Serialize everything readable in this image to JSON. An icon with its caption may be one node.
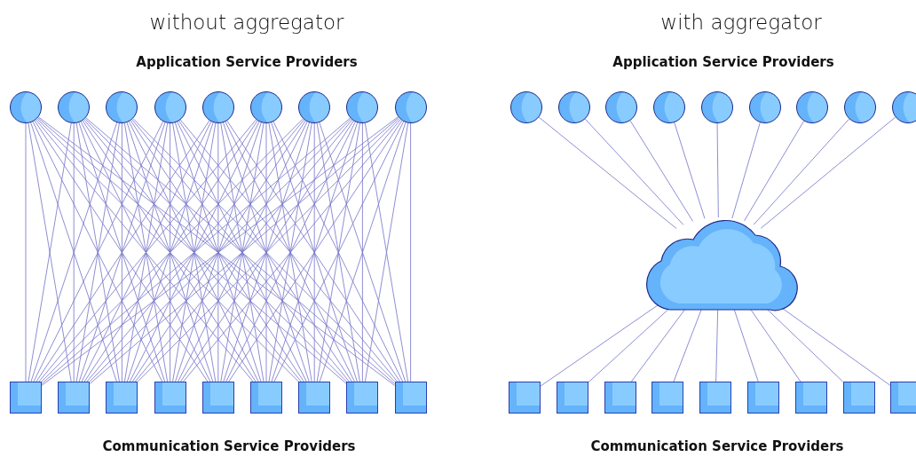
{
  "diagram": {
    "nodes": [
      {
        "text": [],
        "shape": "circle"
      },
      {
        "text": [],
        "shape": "circle"
      },
      {
        "text": [],
        "shape": "circle"
      },
      {
        "text": [],
        "shape": "circle"
      },
      {
        "text": [],
        "shape": "circle"
      },
      {
        "text": [],
        "shape": "circle"
      },
      {
        "text": [],
        "shape": "circle"
      },
      {
        "text": [],
        "shape": "circle"
      },
      {
        "text": [],
        "shape": "circle"
      },
      {
        "text": [],
        "shape": "circle"
      },
      {
        "text": [],
        "shape": "circle"
      },
      {
        "text": [],
        "shape": "circle"
      },
      {
        "text": [],
        "shape": "circle"
      },
      {
        "text": [],
        "shape": "circle"
      },
      {
        "text": [],
        "shape": "circle"
      },
      {
        "text": [],
        "shape": "circle"
      },
      {
        "text": [],
        "shape": "circle"
      },
      {
        "text": [],
        "shape": "circle"
      },
      {
        "text": [],
        "shape": "cloud"
      },
      {
        "text": [],
        "shape": "box"
      },
      {
        "text": [],
        "shape": "box"
      },
      {
        "text": [],
        "shape": "box"
      },
      {
        "text": [],
        "shape": "box"
      },
      {
        "text": [],
        "shape": "box"
      },
      {
        "text": [],
        "shape": "box"
      },
      {
        "text": [],
        "shape": "box"
      },
      {
        "text": [],
        "shape": "box"
      },
      {
        "text": [],
        "shape": "box"
      },
      {
        "text": [],
        "shape": "box"
      },
      {
        "text": [],
        "shape": "box"
      },
      {
        "text": [],
        "shape": "box"
      },
      {
        "text": [],
        "shape": "box"
      },
      {
        "text": [],
        "shape": "box"
      },
      {
        "text": [],
        "shape": "box"
      },
      {
        "text": [],
        "shape": "box"
      },
      {
        "text": [],
        "shape": "box"
      },
      {
        "text": [],
        "shape": "box"
      }
    ],
    "edges": [
      {
        "from": 0,
        "to": 19,
        "arrow": "none"
      },
      {
        "from": 0,
        "to": 20,
        "arrow": "none"
      },
      {
        "from": 0,
        "to": 21,
        "arrow": "none"
      },
      {
        "from": 0,
        "to": 22,
        "arrow": "none"
      },
      {
        "from": 0,
        "to": 23,
        "arrow": "none"
      },
      {
        "from": 0,
        "to": 24,
        "arrow": "none"
      },
      {
        "from": 0,
        "to": 25,
        "arrow": "none"
      },
      {
        "from": 0,
        "to": 26,
        "arrow": "none"
      },
      {
        "from": 0,
        "to": 27,
        "arrow": "none"
      },
      {
        "from": 1,
        "to": 19,
        "arrow": "none"
      },
      {
        "from": 1,
        "to": 20,
        "arrow": "none"
      },
      {
        "from": 1,
        "to": 21,
        "arrow": "none"
      },
      {
        "from": 1,
        "to": 22,
        "arrow": "none"
      },
      {
        "from": 1,
        "to": 23,
        "arrow": "none"
      },
      {
        "from": 1,
        "to": 24,
        "arrow": "none"
      },
      {
        "from": 1,
        "to": 25,
        "arrow": "none"
      },
      {
        "from": 1,
        "to": 26,
        "arrow": "none"
      },
      {
        "from": 1,
        "to": 27,
        "arrow": "none"
      },
      {
        "from": 2,
        "to": 19,
        "arrow": "none"
      },
      {
        "from": 2,
        "to": 20,
        "arrow": "none"
      },
      {
        "from": 2,
        "to": 21,
        "arrow": "none"
      },
      {
        "from": 2,
        "to": 22,
        "arrow": "none"
      },
      {
        "from": 2,
        "to": 23,
        "arrow": "none"
      },
      {
        "from": 2,
        "to": 24,
        "arrow": "none"
      },
      {
        "from": 2,
        "to": 25,
        "arrow": "none"
      },
      {
        "from": 2,
        "to": 26,
        "arrow": "none"
      },
      {
        "from": 2,
        "to": 27,
        "arrow": "none"
      },
      {
        "from": 3,
        "to": 19,
        "arrow": "none"
      },
      {
        "from": 3,
        "to": 20,
        "arrow": "none"
      },
      {
        "from": 3,
        "to": 21,
        "arrow": "none"
      },
      {
        "from": 3,
        "to": 22,
        "arrow": "none"
      },
      {
        "from": 3,
        "to": 23,
        "arrow": "none"
      },
      {
        "from": 3,
        "to": 24,
        "arrow": "none"
      },
      {
        "from": 3,
        "to": 25,
        "arrow": "none"
      },
      {
        "from": 3,
        "to": 26,
        "arrow": "none"
      },
      {
        "from": 3,
        "to": 27,
        "arrow": "none"
      },
      {
        "from": 4,
        "to": 19,
        "arrow": "none"
      },
      {
        "from": 4,
        "to": 20,
        "arrow": "none"
      },
      {
        "from": 4,
        "to": 21,
        "arrow": "none"
      },
      {
        "from": 4,
        "to": 22,
        "arrow": "none"
      },
      {
        "from": 4,
        "to": 23,
        "arrow": "none"
      },
      {
        "from": 4,
        "to": 24,
        "arrow": "none"
      },
      {
        "from": 4,
        "to": 25,
        "arrow": "none"
      },
      {
        "from": 4,
        "to": 26,
        "arrow": "none"
      },
      {
        "from": 4,
        "to": 27,
        "arrow": "none"
      },
      {
        "from": 5,
        "to": 19,
        "arrow": "none"
      },
      {
        "from": 5,
        "to": 20,
        "arrow": "none"
      },
      {
        "from": 5,
        "to": 21,
        "arrow": "none"
      },
      {
        "from": 5,
        "to": 22,
        "arrow": "none"
      },
      {
        "from": 5,
        "to": 23,
        "arrow": "none"
      },
      {
        "from": 5,
        "to": 24,
        "arrow": "none"
      },
      {
        "from": 5,
        "to": 25,
        "arrow": "none"
      },
      {
        "from": 5,
        "to": 26,
        "arrow": "none"
      },
      {
        "from": 5,
        "to": 27,
        "arrow": "none"
      },
      {
        "from": 6,
        "to": 19,
        "arrow": "none"
      },
      {
        "from": 6,
        "to": 20,
        "arrow": "none"
      },
      {
        "from": 6,
        "to": 21,
        "arrow": "none"
      },
      {
        "from": 6,
        "to": 22,
        "arrow": "none"
      },
      {
        "from": 6,
        "to": 23,
        "arrow": "none"
      },
      {
        "from": 6,
        "to": 24,
        "arrow": "none"
      },
      {
        "from": 6,
        "to": 25,
        "arrow": "none"
      },
      {
        "from": 6,
        "to": 26,
        "arrow": "none"
      },
      {
        "from": 6,
        "to": 27,
        "arrow": "none"
      },
      {
        "from": 7,
        "to": 19,
        "arrow": "none"
      },
      {
        "from": 7,
        "to": 20,
        "arrow": "none"
      },
      {
        "from": 7,
        "to": 21,
        "arrow": "none"
      },
      {
        "from": 7,
        "to": 22,
        "arrow": "none"
      },
      {
        "from": 7,
        "to": 23,
        "arrow": "none"
      },
      {
        "from": 7,
        "to": 24,
        "arrow": "none"
      },
      {
        "from": 7,
        "to": 25,
        "arrow": "none"
      },
      {
        "from": 7,
        "to": 26,
        "arrow": "none"
      },
      {
        "from": 7,
        "to": 27,
        "arrow": "none"
      },
      {
        "from": 8,
        "to": 19,
        "arrow": "none"
      },
      {
        "from": 8,
        "to": 20,
        "arrow": "none"
      },
      {
        "from": 8,
        "to": 21,
        "arrow": "none"
      },
      {
        "from": 8,
        "to": 22,
        "arrow": "none"
      },
      {
        "from": 8,
        "to": 23,
        "arrow": "none"
      },
      {
        "from": 8,
        "to": 24,
        "arrow": "none"
      },
      {
        "from": 8,
        "to": 25,
        "arrow": "none"
      },
      {
        "from": 8,
        "to": 26,
        "arrow": "none"
      },
      {
        "from": 8,
        "to": 27,
        "arrow": "none"
      },
      {
        "from": 9,
        "to": 18,
        "arrow": "none"
      },
      {
        "from": 10,
        "to": 18,
        "arrow": "none"
      },
      {
        "from": 11,
        "to": 18,
        "arrow": "none"
      },
      {
        "from": 12,
        "to": 18,
        "arrow": "none"
      },
      {
        "from": 13,
        "to": 18,
        "arrow": "none"
      },
      {
        "from": 14,
        "to": 18,
        "arrow": "none"
      },
      {
        "from": 15,
        "to": 18,
        "arrow": "none"
      },
      {
        "from": 16,
        "to": 18,
        "arrow": "none"
      },
      {
        "from": 17,
        "to": 18,
        "arrow": "none"
      },
      {
        "from": 18,
        "to": 28,
        "arrow": "none"
      },
      {
        "from": 18,
        "to": 29,
        "arrow": "none"
      },
      {
        "from": 18,
        "to": 30,
        "arrow": "none"
      },
      {
        "from": 18,
        "to": 31,
        "arrow": "none"
      },
      {
        "from": 18,
        "to": 32,
        "arrow": "none"
      },
      {
        "from": 18,
        "to": 33,
        "arrow": "none"
      },
      {
        "from": 18,
        "to": 34,
        "arrow": "none"
      },
      {
        "from": 18,
        "to": 35,
        "arrow": "none"
      },
      {
        "from": 18,
        "to": 36,
        "arrow": "none"
      }
    ],
    "labels": [
      "without aggregator",
      "with aggregator",
      "Application Service Providers",
      "Application Service Providers",
      "Communication Service Providers",
      "Communication Service Providers"
    ]
  }
}
